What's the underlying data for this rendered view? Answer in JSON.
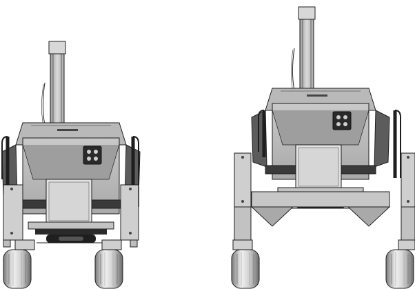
{
  "figure": {
    "views": [
      {
        "id": "narrow",
        "wheels": "retracted"
      },
      {
        "id": "wide",
        "wheels": "extended"
      }
    ],
    "colors": {
      "background": "#ffffff",
      "metal_light": "#cfcfcf",
      "metal_mid": "#b5b5b5",
      "metal_dark": "#8c8c8c",
      "black": "#1a1a1a",
      "outline": "#1e1e1e"
    }
  }
}
